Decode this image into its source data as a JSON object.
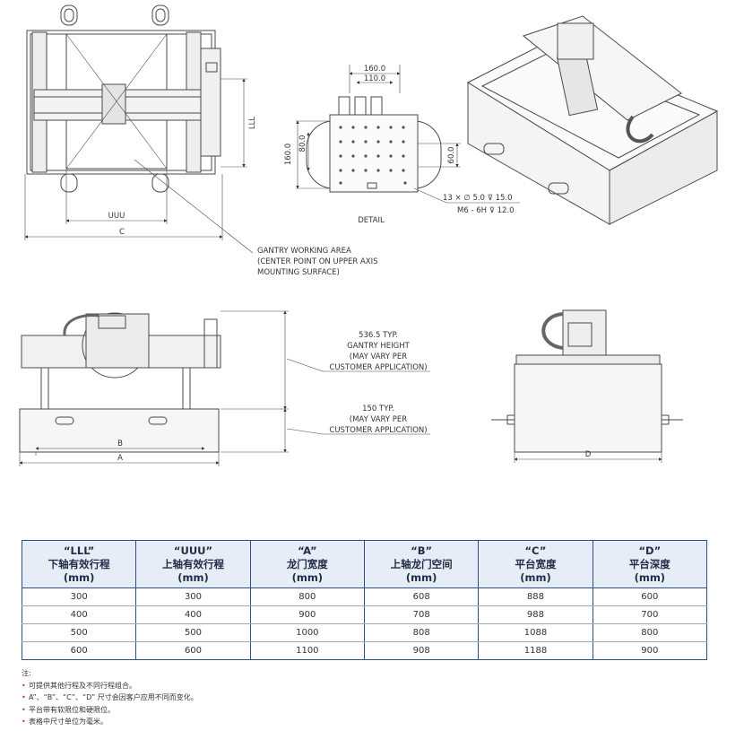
{
  "detail": {
    "dim_160_top": "160.0",
    "dim_110": "110.0",
    "dim_160_side": "160.0",
    "dim_80": "80.0",
    "dim_60": "60.0",
    "hole_spec_1": "13 × ∅ 5.0 ⊽ 15.0",
    "hole_spec_2": "M6 - 6H ⊽ 12.0",
    "label": "DETAIL"
  },
  "top_view": {
    "dim_lll": "LLL",
    "dim_uuu": "UUU",
    "dim_c": "C",
    "gantry_note": [
      "GANTRY WORKING AREA",
      "(CENTER POINT ON UPPER AXIS",
      "MOUNTING SURFACE)"
    ]
  },
  "front_view": {
    "gantry_note": [
      "536.5 TYP.",
      "GANTRY HEIGHT",
      "(MAY VARY PER",
      "CUSTOMER APPLICATION)"
    ],
    "base_note": [
      "150 TYP.",
      "(MAY VARY PER",
      "CUSTOMER APPLICATION)"
    ],
    "dim_b": "B",
    "dim_a": "A"
  },
  "side_view": {
    "dim_d": "D"
  },
  "table": {
    "headers": [
      {
        "code": "“LLL”",
        "name": "下轴有效行程",
        "unit": "(mm)"
      },
      {
        "code": "“UUU”",
        "name": "上轴有效行程",
        "unit": "(mm)"
      },
      {
        "code": "“A”",
        "name": "龙门宽度",
        "unit": "(mm)"
      },
      {
        "code": "“B”",
        "name": "上轴龙门空间",
        "unit": "(mm)"
      },
      {
        "code": "“C”",
        "name": "平台宽度",
        "unit": "(mm)"
      },
      {
        "code": "“D”",
        "name": "平台深度",
        "unit": "(mm)"
      }
    ],
    "rows": [
      [
        "300",
        "300",
        "800",
        "608",
        "888",
        "600"
      ],
      [
        "400",
        "400",
        "900",
        "708",
        "988",
        "700"
      ],
      [
        "500",
        "500",
        "1000",
        "808",
        "1088",
        "800"
      ],
      [
        "600",
        "600",
        "1100",
        "908",
        "1188",
        "900"
      ]
    ]
  },
  "notes": {
    "title": "注:",
    "items": [
      "可提供其他行程及不同行程组合。",
      "A”、“B”、“C”、“D” 尺寸会因客户应用不同而变化。",
      "平台带有软限位和硬限位。",
      "表格中尺寸单位为毫米。"
    ]
  },
  "colors": {
    "line": "#4a4a4a",
    "table_border": "#2e4f8a",
    "table_header_bg": "#e7edf7",
    "note_bullet": "#c0392b"
  }
}
